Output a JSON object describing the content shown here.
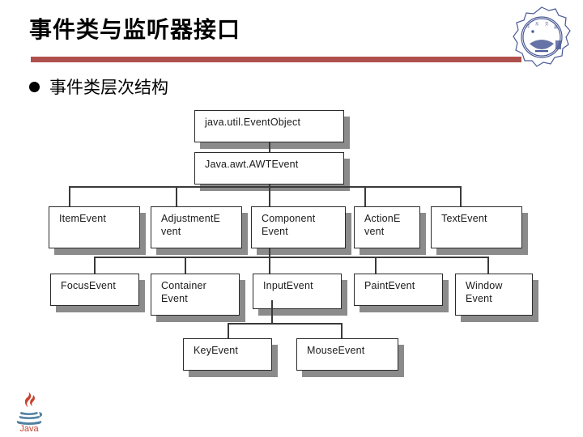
{
  "slide": {
    "title": "事件类与监听器接口",
    "bullet": "事件类层次结构",
    "accent_color": "#b0504c",
    "bullet_marker": "filled-circle-bullet"
  },
  "branding": {
    "seal_name": "university-seal-logo",
    "seal_color": "#4a5a96",
    "java_logo_name": "java-logo",
    "java_logo_text": "Java",
    "java_logo_color": "#c8432f"
  },
  "chart_data": {
    "type": "diagram",
    "title": "Java Event Class Hierarchy",
    "orientation": "top-down",
    "levels": [
      [
        "java.util.EventObject"
      ],
      [
        "Java.awt.AWTEvent"
      ],
      [
        "ItemEvent",
        "AdjustmentE\nvent",
        "Component\nEvent",
        "ActionE\nvent",
        "TextEvent"
      ],
      [
        "FocusEvent",
        "Container\nEvent",
        "InputEvent",
        "PaintEvent",
        "Window\nEvent"
      ],
      [
        "KeyEvent",
        "MouseEvent"
      ]
    ],
    "edges": [
      {
        "from": "java.util.EventObject",
        "to": "Java.awt.AWTEvent"
      },
      {
        "from": "Java.awt.AWTEvent",
        "to": "ItemEvent"
      },
      {
        "from": "Java.awt.AWTEvent",
        "to": "AdjustmentEvent"
      },
      {
        "from": "Java.awt.AWTEvent",
        "to": "ComponentEvent"
      },
      {
        "from": "Java.awt.AWTEvent",
        "to": "ActionEvent"
      },
      {
        "from": "Java.awt.AWTEvent",
        "to": "TextEvent"
      },
      {
        "from": "ComponentEvent",
        "to": "FocusEvent"
      },
      {
        "from": "ComponentEvent",
        "to": "ContainerEvent"
      },
      {
        "from": "ComponentEvent",
        "to": "InputEvent"
      },
      {
        "from": "ComponentEvent",
        "to": "PaintEvent"
      },
      {
        "from": "ComponentEvent",
        "to": "WindowEvent"
      },
      {
        "from": "InputEvent",
        "to": "KeyEvent"
      },
      {
        "from": "InputEvent",
        "to": "MouseEvent"
      }
    ]
  },
  "nodes": {
    "event_object": "java.util.EventObject",
    "awt_event": "Java.awt.AWTEvent",
    "item_event": "ItemEvent",
    "adjustment_event": "AdjustmentE\nvent",
    "component_event": "Component\nEvent",
    "action_event": "ActionE\nvent",
    "text_event": "TextEvent",
    "focus_event": "FocusEvent",
    "container_event": "Container\nEvent",
    "input_event": "InputEvent",
    "paint_event": "PaintEvent",
    "window_event": "Window\nEvent",
    "key_event": "KeyEvent",
    "mouse_event": "MouseEvent"
  }
}
